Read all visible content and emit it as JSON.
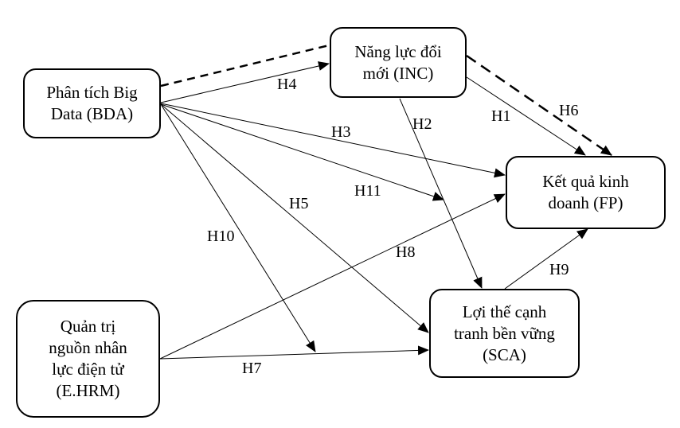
{
  "diagram": {
    "type": "research-model",
    "nodes": [
      {
        "id": "BDA",
        "label": "Phân tích Big Data (BDA)"
      },
      {
        "id": "INC",
        "label": "Năng lực đổi mới (INC)"
      },
      {
        "id": "FP",
        "label": "Kết quả kinh doanh (FP)"
      },
      {
        "id": "SCA",
        "label": "Lợi thế cạnh tranh bền vững (SCA)"
      },
      {
        "id": "EHRM",
        "label": "Quản trị nguồn nhân lực điện tử (E.HRM)"
      }
    ],
    "node_lines": {
      "BDA": [
        "Phân tích Big",
        "Data (BDA)"
      ],
      "INC": [
        "Năng lực đổi",
        "mới (INC)"
      ],
      "FP": [
        "Kết quả kinh",
        "doanh (FP)"
      ],
      "SCA": [
        "Lợi thế cạnh",
        "tranh bền vững",
        "(SCA)"
      ],
      "EHRM": [
        "Quản trị",
        "nguồn nhân",
        "lực điện tử",
        "(E.HRM)"
      ]
    },
    "edges": [
      {
        "id": "H1",
        "label": "H1",
        "from": "INC",
        "to": "FP",
        "style": "solid"
      },
      {
        "id": "H2",
        "label": "H2",
        "from": "INC",
        "to": "SCA",
        "style": "solid"
      },
      {
        "id": "H3",
        "label": "H3",
        "from": "BDA",
        "to": "FP",
        "style": "solid"
      },
      {
        "id": "H4",
        "label": "H4",
        "from": "BDA",
        "to": "INC",
        "style": "solid"
      },
      {
        "id": "H5",
        "label": "H5",
        "from": "BDA",
        "to": "SCA",
        "style": "solid"
      },
      {
        "id": "H6",
        "label": "H6",
        "from": "BDA",
        "to": "FP",
        "via": "INC",
        "style": "dashed",
        "meaning": "mediation"
      },
      {
        "id": "H7",
        "label": "H7",
        "from": "EHRM",
        "to": "SCA",
        "style": "solid"
      },
      {
        "id": "H8",
        "label": "H8",
        "from": "EHRM",
        "to": "FP",
        "style": "solid"
      },
      {
        "id": "H9",
        "label": "H9",
        "from": "SCA",
        "to": "FP",
        "style": "solid"
      },
      {
        "id": "H10",
        "label": "H10",
        "from": "BDA",
        "to": "H7-path",
        "style": "solid",
        "meaning": "moderation"
      },
      {
        "id": "H11",
        "label": "H11",
        "from": "BDA",
        "to": "H2-path",
        "style": "solid",
        "meaning": "moderation"
      }
    ],
    "colors": {
      "stroke": "#000000",
      "background": "#ffffff"
    }
  }
}
